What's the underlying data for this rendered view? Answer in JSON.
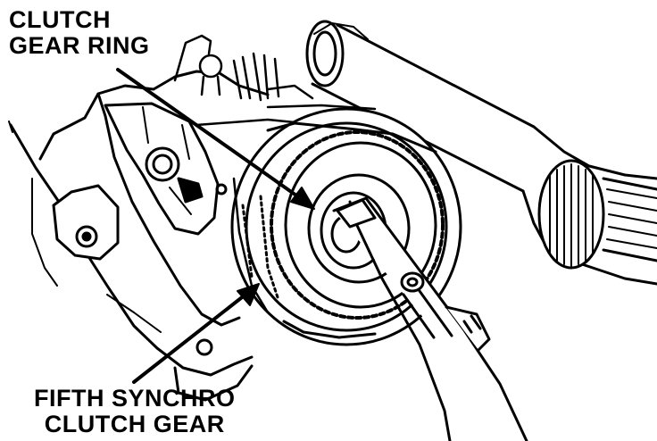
{
  "callouts": {
    "clutch_gear_ring": {
      "line1": "CLUTCH",
      "line2": "GEAR RING"
    },
    "fifth_synchro": {
      "line1": "FIFTH SYNCHRO",
      "line2": "CLUTCH GEAR"
    }
  },
  "colors": {
    "ink": "#000000",
    "paper": "#ffffff"
  },
  "components": {
    "housing": "transmission-housing",
    "gear": "synchro-gear-assembly",
    "shaft": "input-shaft",
    "tool": "snap-ring-pliers"
  }
}
